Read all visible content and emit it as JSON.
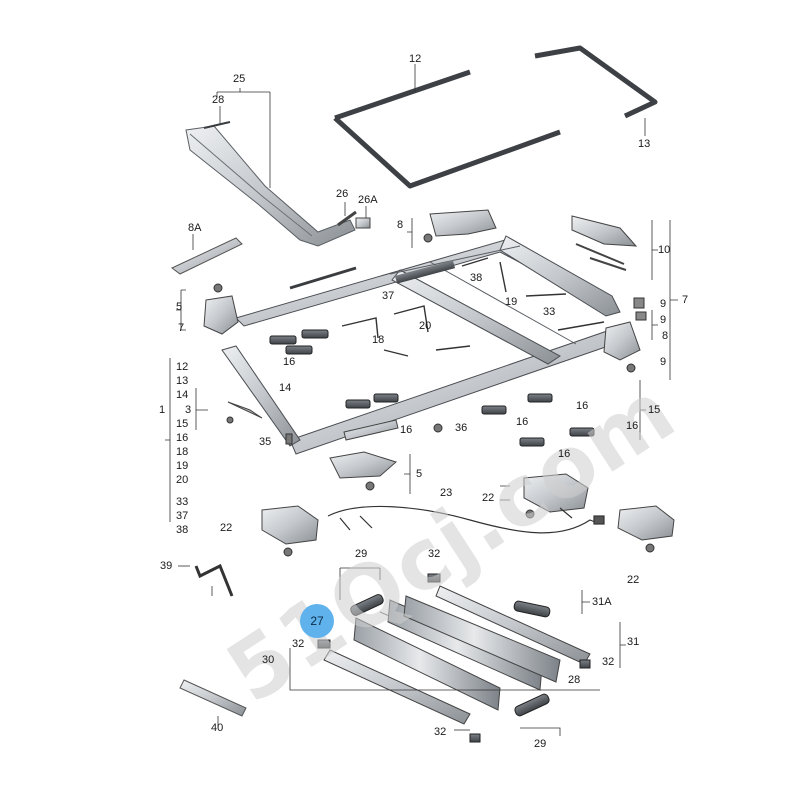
{
  "watermark": "51Qcj.com",
  "labels": {
    "l25": "25",
    "l28": "28",
    "l12": "12",
    "l13": "13",
    "l26": "26",
    "l26a": "26A",
    "l8a": "8A",
    "l8_top": "8",
    "l10": "10",
    "l7_right": "7",
    "l9_a": "9",
    "l9_b": "9",
    "l9_c": "9",
    "l8_right": "8",
    "l38_a": "38",
    "l37_a": "37",
    "l19": "19",
    "l33_a": "33",
    "l5_a": "5",
    "l7_left": "7",
    "l20": "20",
    "l18": "18",
    "l16_a": "16",
    "l14": "14",
    "l12_l": "12",
    "l13_l": "13",
    "l14_l": "14",
    "l1": "1",
    "l3": "3",
    "l15_l": "15",
    "l16_l": "16",
    "l18_l": "18",
    "l19_l": "19",
    "l20_l": "20",
    "l33_l": "33",
    "l37_l": "37",
    "l38_l": "38",
    "l35": "35",
    "l16_b": "16",
    "l36": "36",
    "l16_c": "16",
    "l16_d": "16",
    "l16_e": "16",
    "l15_r": "15",
    "l16_r": "16",
    "l5_b": "5",
    "l23": "23",
    "l22_a": "22",
    "l22_b": "22",
    "l22_c": "22",
    "l39": "39",
    "l29_a": "29",
    "l32_a": "32",
    "l27": "27",
    "l31a": "31A",
    "l31": "31",
    "l30": "30",
    "l32_b": "32",
    "l32_c": "32",
    "l28_b": "28",
    "l40": "40",
    "l32_d": "32",
    "l29_b": "29"
  }
}
